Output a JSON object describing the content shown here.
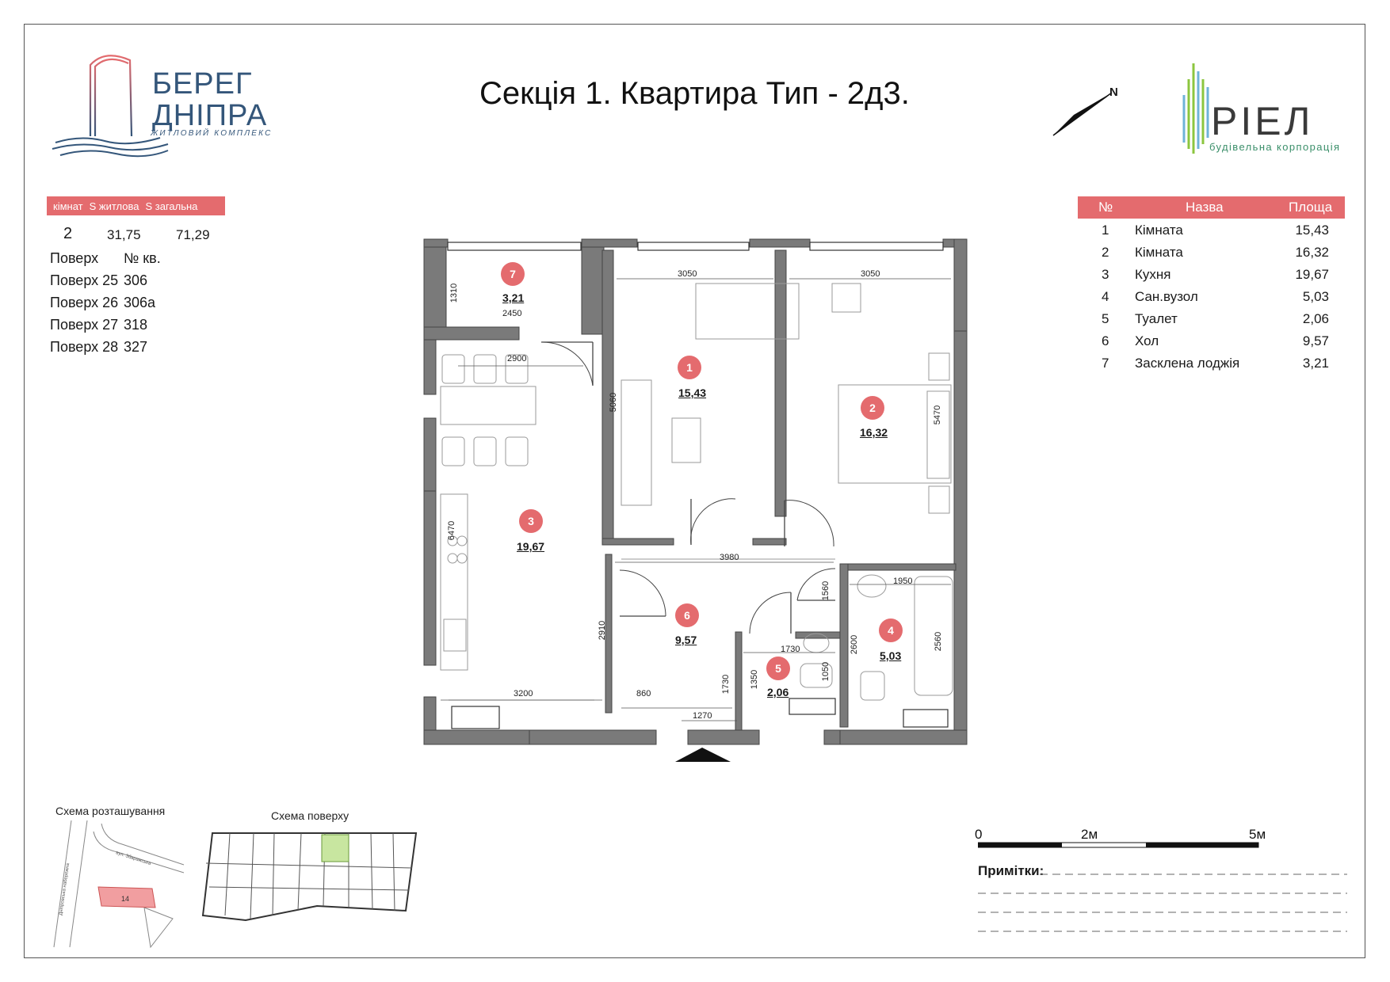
{
  "title": "Секція 1. Квартира Тип - 2д3.",
  "brand_left": {
    "line1": "БЕРЕГ",
    "line2": "ДНІПРА",
    "sub": "ЖИТЛОВИЙ КОМПЛЕКС"
  },
  "brand_right": {
    "name": "РІЕЛ",
    "sub": "будівельна корпорація"
  },
  "compass_label": "N",
  "summary": {
    "headers": [
      "кімнат",
      "S житлова",
      "S загальна"
    ],
    "values": [
      "2",
      "31,75",
      "71,29"
    ],
    "floor_header": [
      "Поверх",
      "№ кв."
    ],
    "floors": [
      {
        "floor": "Поверх 25",
        "apt": "306"
      },
      {
        "floor": "Поверх 26",
        "apt": "306а"
      },
      {
        "floor": "Поверх 27",
        "apt": "318"
      },
      {
        "floor": "Поверх 28",
        "apt": "327"
      }
    ]
  },
  "room_table": {
    "headers": [
      "№",
      "Назва",
      "Площа"
    ],
    "rows": [
      {
        "n": "1",
        "name": "Кімната",
        "area": "15,43"
      },
      {
        "n": "2",
        "name": "Кімната",
        "area": "16,32"
      },
      {
        "n": "3",
        "name": "Кухня",
        "area": "19,67"
      },
      {
        "n": "4",
        "name": "Сан.вузол",
        "area": "5,03"
      },
      {
        "n": "5",
        "name": "Туалет",
        "area": "2,06"
      },
      {
        "n": "6",
        "name": "Хол",
        "area": "9,57"
      },
      {
        "n": "7",
        "name": "Засклена лоджія",
        "area": "3,21"
      }
    ]
  },
  "plan": {
    "rooms": [
      {
        "n": "1",
        "area": "15,43"
      },
      {
        "n": "2",
        "area": "16,32"
      },
      {
        "n": "3",
        "area": "19,67"
      },
      {
        "n": "4",
        "area": "5,03"
      },
      {
        "n": "5",
        "area": "2,06"
      },
      {
        "n": "6",
        "area": "9,57"
      },
      {
        "n": "7",
        "area": "3,21"
      }
    ],
    "dimensions": [
      "1310",
      "2450",
      "2900",
      "3050",
      "3050",
      "5060",
      "5470",
      "6470",
      "3980",
      "1950",
      "1560",
      "2600",
      "2560",
      "1730",
      "1050",
      "1350",
      "1730",
      "2910",
      "3200",
      "860",
      "1270"
    ]
  },
  "bottom": {
    "location_caption": "Схема розташування",
    "floor_caption": "Схема поверху",
    "building_no": "14",
    "street1": "вул. Збаражська",
    "street2": "Дніпровська набережна",
    "scale": [
      "0",
      "2м",
      "5м"
    ],
    "notes_label": "Примітки:"
  },
  "colors": {
    "accent": "#e46b6e",
    "wall": "#7a7a7a",
    "brand_blue": "#34567a",
    "highlight": "#c8e6a0"
  }
}
